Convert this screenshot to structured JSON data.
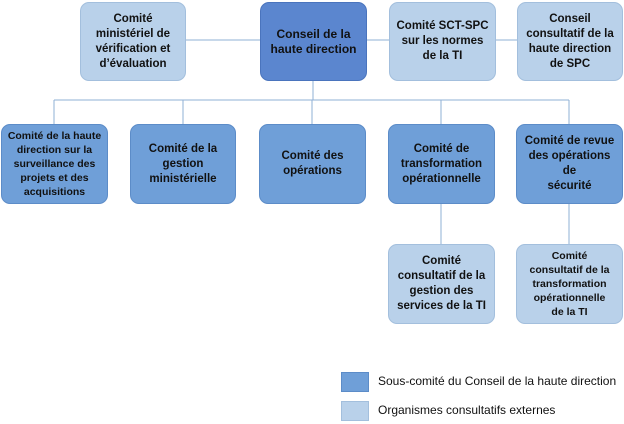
{
  "nodes": {
    "verification": "Comité\nministériel de\nvérification et\nd’évaluation",
    "conseil": "Conseil de la\nhaute direction",
    "sct_spc": "Comité SCT-SPC\nsur les normes\nde la TI",
    "consultatif_spc": "Conseil\nconsultatif de la\nhaute direction\nde SPC",
    "surveillance": "Comité de la haute\ndirection sur la\nsurveillance des\nprojets et des\nacquisitions",
    "gestion": "Comité de la\ngestion\nministérielle",
    "operations": "Comité des\nopérations",
    "transformation": "Comité de\ntransformation\nopérationnelle",
    "securite": "Comité de revue\ndes opérations de\nsécurité",
    "gestion_services": "Comité\nconsultatif de la\ngestion des\nservices de la TI",
    "transformation_ti": "Comité\nconsultatif de la\ntransformation\nopérationnelle\nde la TI"
  },
  "legend": {
    "subcommittee": "Sous-comité du Conseil de la haute direction",
    "external": "Organismes consultatifs externes"
  },
  "colors": {
    "light": "#b9d1ea",
    "mid": "#6f9fd8",
    "top": "#5b86cf",
    "line": "#8fb0d6"
  }
}
